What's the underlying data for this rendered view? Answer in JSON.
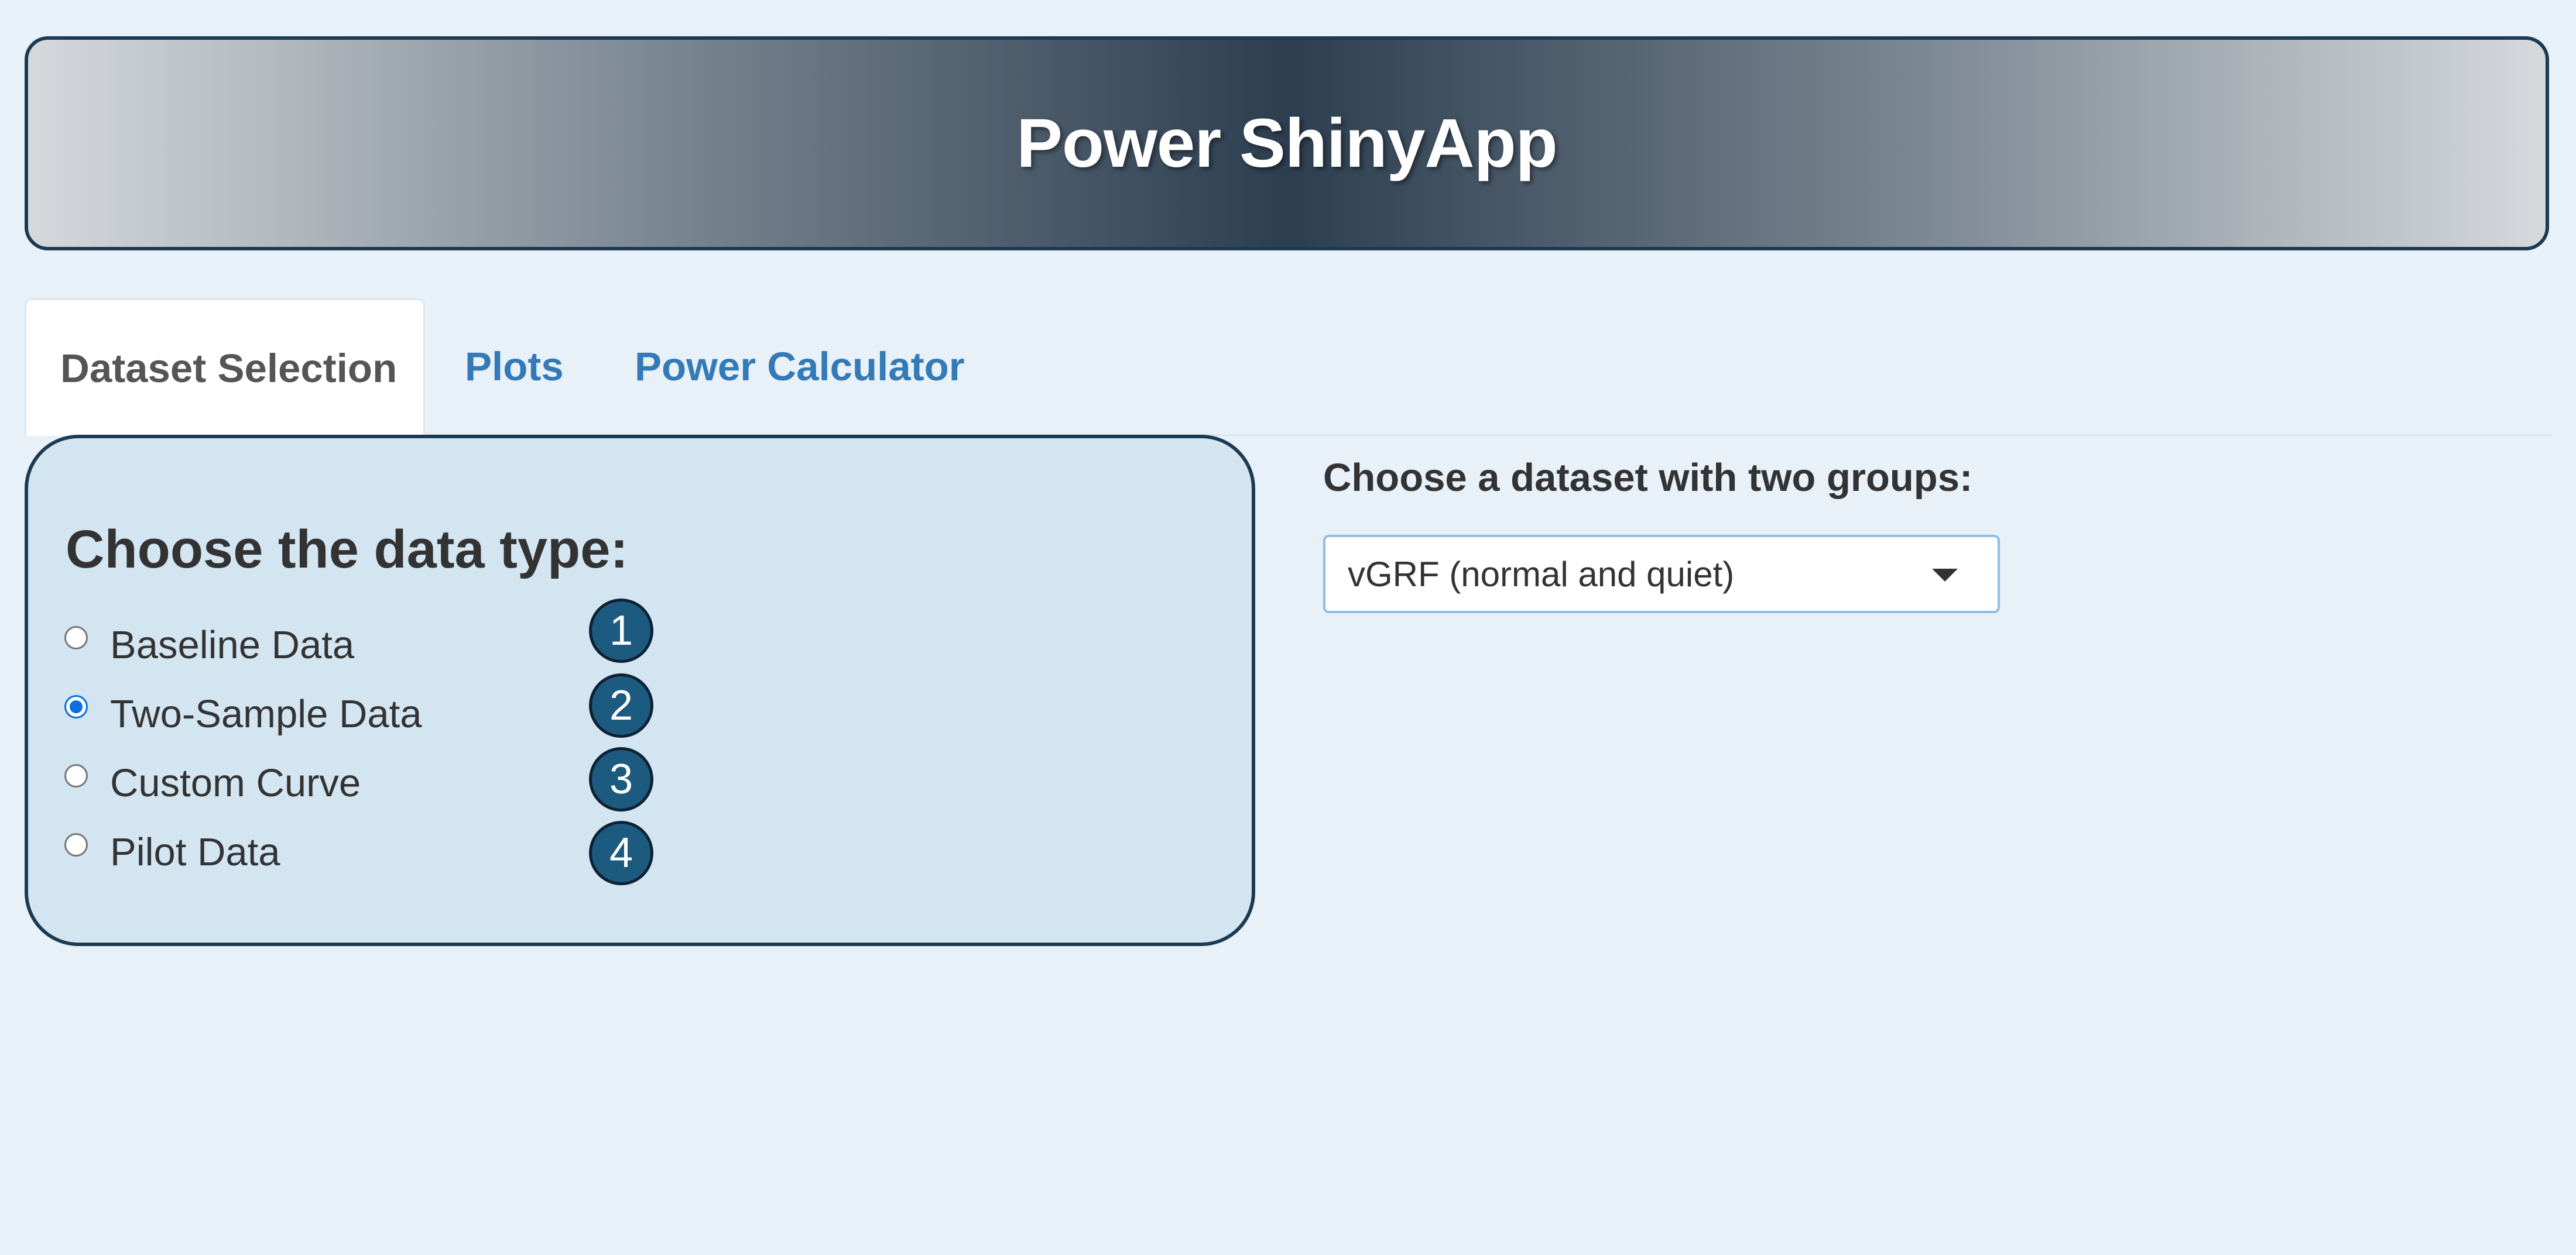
{
  "app": {
    "title": "Power ShinyApp"
  },
  "tabs": [
    {
      "label": "Dataset Selection",
      "active": true
    },
    {
      "label": "Plots",
      "active": false
    },
    {
      "label": "Power Calculator",
      "active": false
    }
  ],
  "data_type_panel": {
    "title": "Choose the data type:",
    "options": [
      {
        "label": "Baseline Data",
        "checked": false,
        "badge": "1"
      },
      {
        "label": "Two-Sample Data",
        "checked": true,
        "badge": "2"
      },
      {
        "label": "Custom Curve",
        "checked": false,
        "badge": "3"
      },
      {
        "label": "Pilot Data",
        "checked": false,
        "badge": "4"
      }
    ]
  },
  "dataset": {
    "label": "Choose a dataset with two groups:",
    "selected": "vGRF (normal and quiet)"
  },
  "colors": {
    "page_bg": "#e8f0f8",
    "panel_bg": "#d4e5f2",
    "border_dark": "#1c3a52",
    "badge_bg": "#1d5a7f",
    "tab_link": "#337ab7",
    "radio_checked": "#0a6fe0"
  }
}
